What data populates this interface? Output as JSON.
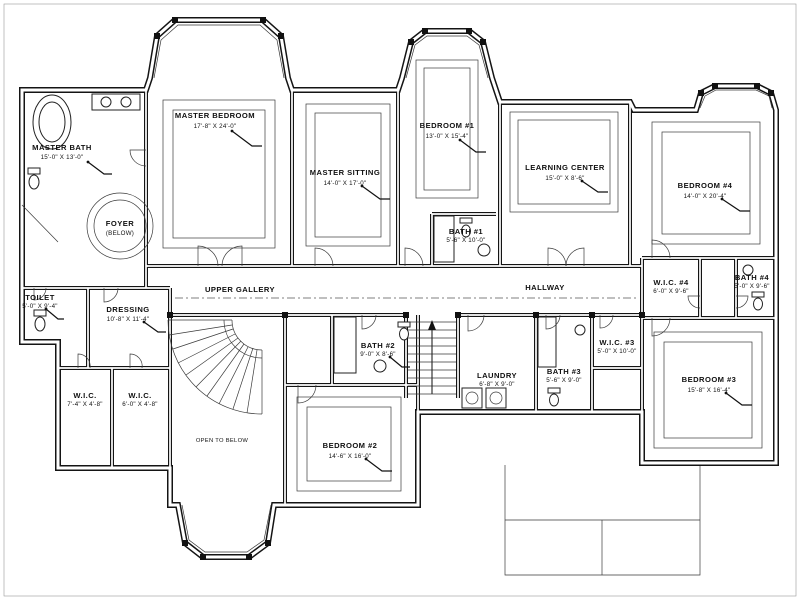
{
  "drawing": {
    "kind": "second-floor-plan",
    "background": "#ffffff",
    "line_color": "#141414"
  },
  "rooms": {
    "master_bath": {
      "name": "MASTER BATH",
      "dims": "15'-0\" X 13'-0\""
    },
    "master_bedroom": {
      "name": "MASTER BEDROOM",
      "dims": "17'-8\" X 24'-0\""
    },
    "master_sitting": {
      "name": "MASTER SITTING",
      "dims": "14'-0\" X 17'-0\""
    },
    "bedroom_1": {
      "name": "BEDROOM #1",
      "dims": "13'-0\" X 15'-4\""
    },
    "bath_1": {
      "name": "BATH #1",
      "dims": "5'-6\" X 10'-0\""
    },
    "learning_center": {
      "name": "LEARNING CENTER",
      "dims": "15'-0\" X 8'-6\""
    },
    "bedroom_4": {
      "name": "BEDROOM #4",
      "dims": "14'-0\" X 20'-4\""
    },
    "wic_4": {
      "name": "W.I.C. #4",
      "dims": "6'-0\" X 9'-6\""
    },
    "bath_4": {
      "name": "BATH #4",
      "dims": "5'-0\" X 9'-6\""
    },
    "toilet": {
      "name": "TOILET",
      "dims": "5'-0\" X 9'-4\""
    },
    "dressing": {
      "name": "DRESSING",
      "dims": "10'-8\" X 11'-4\""
    },
    "foyer": {
      "name": "FOYER",
      "dims": "(BELOW)"
    },
    "upper_gallery": {
      "name": "UPPER GALLERY"
    },
    "hallway": {
      "name": "HALLWAY"
    },
    "wic_a": {
      "name": "W.I.C.",
      "dims": "7'-4\" X 4'-8\""
    },
    "wic_b": {
      "name": "W.I.C.",
      "dims": "6'-0\" X 4'-8\""
    },
    "bath_2": {
      "name": "BATH #2",
      "dims": "9'-0\" X 8'-6\""
    },
    "bedroom_2": {
      "name": "BEDROOM #2",
      "dims": "14'-6\" X 16'-0\""
    },
    "laundry": {
      "name": "LAUNDRY",
      "dims": "6'-8\" X 9'-0\""
    },
    "bath_3": {
      "name": "BATH #3",
      "dims": "5'-6\" X 9'-0\""
    },
    "wic_3": {
      "name": "W.I.C. #3",
      "dims": "5'-0\" X 10'-0\""
    },
    "bedroom_3": {
      "name": "BEDROOM #3",
      "dims": "15'-8\" X 16'-4\""
    },
    "stair_note": {
      "name": "OPEN TO BELOW"
    }
  }
}
